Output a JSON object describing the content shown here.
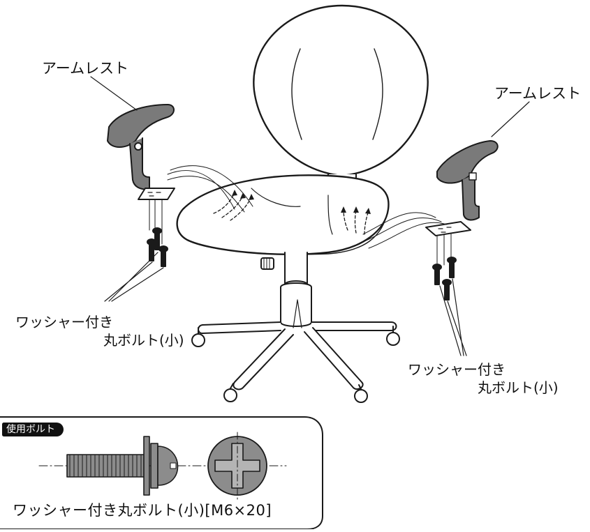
{
  "labels": {
    "armrest_left": "アームレスト",
    "armrest_right": "アームレスト",
    "bolt_left_line1": "ワッシャー付き",
    "bolt_left_line2": "丸ボルト(小)",
    "bolt_right_line1": "ワッシャー付き",
    "bolt_right_line2": "丸ボルト(小)"
  },
  "bolt_panel": {
    "badge": "使用ボルト",
    "caption": "ワッシャー付き丸ボルト(小)[M6×20]"
  },
  "colors": {
    "line": "#1a1a1a",
    "armrest_gray": "#7a7a7a",
    "bolt_gray": "#8c8c8c",
    "background": "#ffffff"
  }
}
